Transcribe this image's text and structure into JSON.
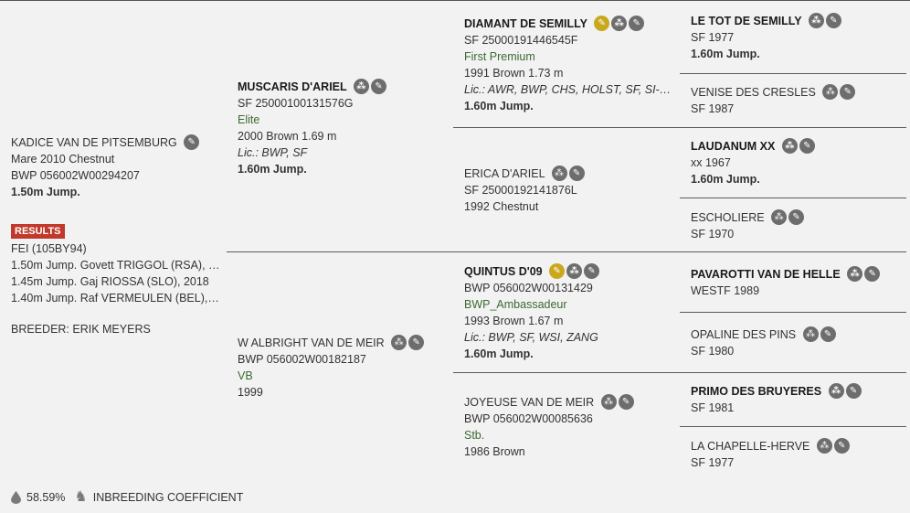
{
  "subject": {
    "name": "KADICE VAN DE PITSEMBURG",
    "line1": "Mare 2010 Chestnut",
    "line2": "BWP 056002W00294207",
    "level": "1.50m Jump.",
    "results_label": "RESULTS",
    "fei": "FEI (105BY94)",
    "results": [
      "1.50m Jump. Govett TRIGGOL (RSA), 2...",
      "1.45m Jump. Gaj RIOSSA (SLO), 2018",
      "1.40m Jump. Raf VERMEULEN (BEL), 2..."
    ],
    "breeder": "BREEDER: ERIK MEYERS"
  },
  "sire": {
    "name": "MUSCARIS D'ARIEL",
    "id": "SF 25000100131576G",
    "status": "Elite",
    "info": "2000 Brown 1.69 m",
    "lic": "Lic.: BWP, SF",
    "level": "1.60m Jump."
  },
  "dam": {
    "name": "W ALBRIGHT VAN DE MEIR",
    "id": "BWP 056002W00182187",
    "status": "VB",
    "info": "1999"
  },
  "ss": {
    "name": "DIAMANT DE SEMILLY",
    "id": "SF 25000191446545F",
    "status": "First Premium",
    "info": "1991 Brown 1.73 m",
    "lic": "Lic.: AWR, BWP, CHS, HOLST, SF, SI-UNIR...",
    "level": "1.60m Jump."
  },
  "sd": {
    "name": "ERICA D'ARIEL",
    "id": "SF 25000192141876L",
    "info": "1992 Chestnut"
  },
  "ds": {
    "name": "QUINTUS D'09",
    "id": "BWP 056002W00131429",
    "status": "BWP_Ambassadeur",
    "info": "1993 Brown 1.67 m",
    "lic": "Lic.: BWP, SF, WSI, ZANG",
    "level": "1.60m Jump."
  },
  "dd": {
    "name": "JOYEUSE VAN DE MEIR",
    "id": "BWP 056002W00085636",
    "status": "Stb.",
    "info": "1986 Brown"
  },
  "g": [
    {
      "name": "LE TOT DE SEMILLY",
      "info": "SF 1977",
      "level": "1.60m Jump."
    },
    {
      "name": "VENISE DES CRESLES",
      "info": "SF 1987"
    },
    {
      "name": "LAUDANUM XX",
      "info": "xx 1967",
      "level": "1.60m Jump."
    },
    {
      "name": "ESCHOLIERE",
      "info": "SF 1970"
    },
    {
      "name": "PAVAROTTI VAN DE HELLE",
      "info": "WESTF 1989"
    },
    {
      "name": "OPALINE DES PINS",
      "info": "SF 1980"
    },
    {
      "name": "PRIMO DES BRUYERES",
      "info": "SF 1981"
    },
    {
      "name": "LA CHAPELLE-HERVE",
      "info": "SF 1977"
    }
  ],
  "footer": {
    "percent": "58.59%",
    "label": "INBREEDING COEFFICIENT"
  },
  "colors": {
    "badge": "#c0392b",
    "status_green": "#3b6b2f",
    "icon_grey": "#6d6d6d",
    "icon_gold": "#c9a81c"
  }
}
